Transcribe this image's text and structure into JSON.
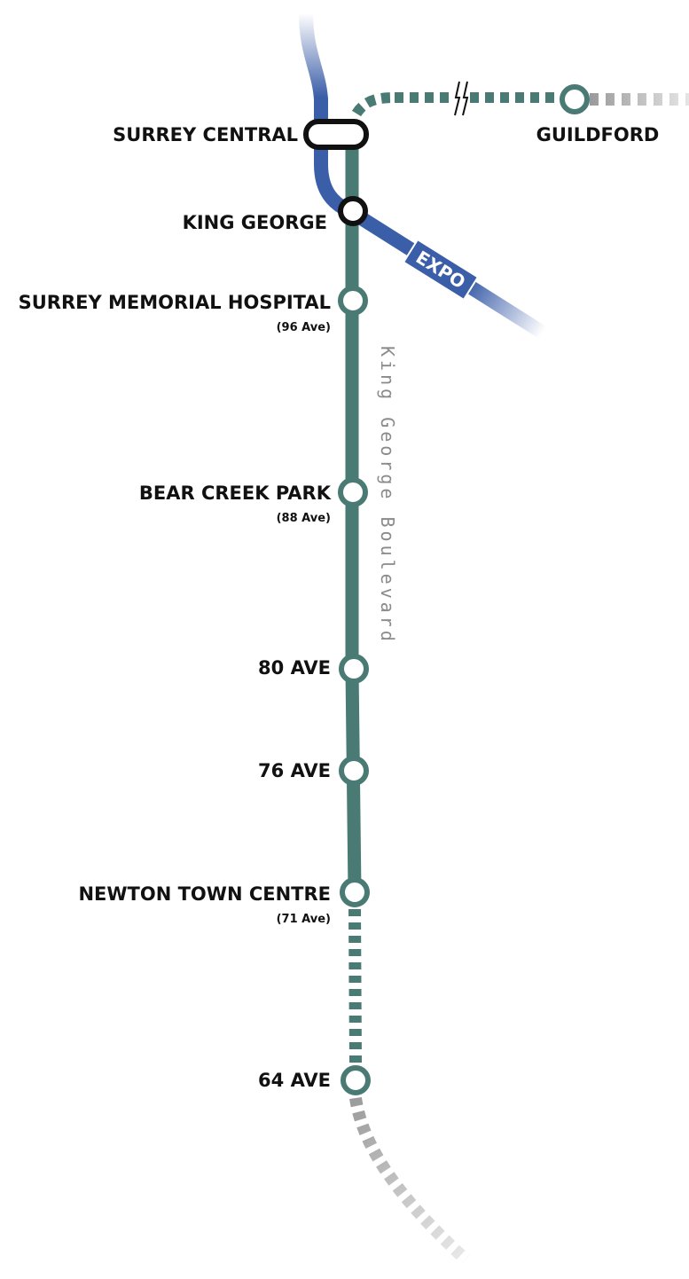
{
  "colors": {
    "surrey_line": "#4a7a74",
    "expo_line": "#3b5ea8",
    "interchange": "#111111",
    "future": "#9a9a9a",
    "street_text": "#8a8a8a"
  },
  "expo_badge": {
    "label": "EXPO"
  },
  "street": {
    "label": "King George Boulevard"
  },
  "stations": {
    "surrey_central": {
      "name": "SURREY CENTRAL"
    },
    "guildford": {
      "name": "GUILDFORD"
    },
    "king_george": {
      "name": "KING GEORGE"
    },
    "surrey_memorial": {
      "name": "SURREY MEMORIAL HOSPITAL",
      "sub": "(96 Ave)"
    },
    "bear_creek": {
      "name": "BEAR CREEK PARK",
      "sub": "(88 Ave)"
    },
    "ave80": {
      "name": "80 AVE"
    },
    "ave76": {
      "name": "76 AVE"
    },
    "newton": {
      "name": "NEWTON TOWN CENTRE",
      "sub": "(71 Ave)"
    },
    "ave64": {
      "name": "64 AVE"
    }
  },
  "icons": {
    "break_marker": "line-break-icon"
  }
}
